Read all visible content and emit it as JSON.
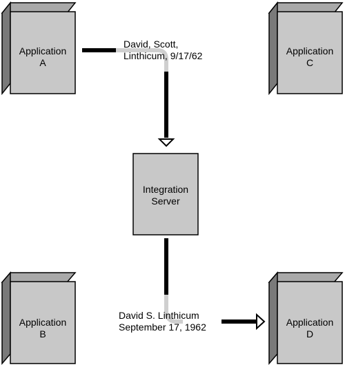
{
  "nodes": {
    "app_a": {
      "line1": "Application",
      "line2": "A"
    },
    "app_b": {
      "line1": "Application",
      "line2": "B"
    },
    "app_c": {
      "line1": "Application",
      "line2": "C"
    },
    "app_d": {
      "line1": "Application",
      "line2": "D"
    },
    "server": {
      "line1": "Integration",
      "line2": "Server"
    }
  },
  "messages": {
    "input": {
      "line1": "David, Scott,",
      "line2": "Linthicum, 9/17/62"
    },
    "output": {
      "line1": "David S. Linthicum",
      "line2": "September 17, 1962"
    }
  },
  "colors": {
    "box_face": "#c8c8c8",
    "box_side": "#7a7a7a",
    "line": "#000000",
    "line_light": "#cfcfcf"
  }
}
